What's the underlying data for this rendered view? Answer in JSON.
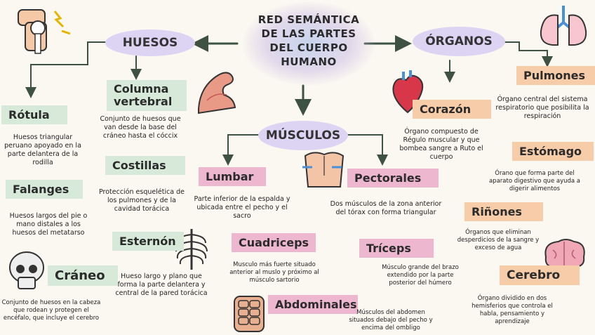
{
  "title": "RED SEMÁNTICA DE LAS PARTES DEL CUERPO HUMANO",
  "categories": {
    "huesos": "HUESOS",
    "musculos": "MÚSCULOS",
    "organos": "ÓRGANOS"
  },
  "huesos": {
    "rotula": {
      "label": "Rótula",
      "desc": "Huesos triangular peruano apoyado en la parte delantera de la rodilla"
    },
    "columna": {
      "label": "Columna vertebral",
      "desc": "Conjunto de huesos que van desde la base del cráneo hasta el cóccix"
    },
    "costillas": {
      "label": "Costillas",
      "desc": "Protección esquelética de los pulmones y de la cavidad torácica"
    },
    "falanges": {
      "label": "Falanges",
      "desc": "Huesos largos del pie o mano distales a los huesos del metatarso"
    },
    "esternon": {
      "label": "Esternón",
      "desc": "Hueso largo y plano que forma la parte delantera y central de la pared torácica"
    },
    "craneo": {
      "label": "Cráneo",
      "desc": "Conjunto de huesos en la cabeza que rodean y protegen el encéfalo, que incluye el cerebro"
    }
  },
  "musculos": {
    "lumbar": {
      "label": "Lumbar",
      "desc": "Parte inferior de la espalda y ubicada entre el pecho y el sacro"
    },
    "pectorales": {
      "label": "Pectorales",
      "desc": "Dos músculos de la zona anterior del tórax con forma triangular"
    },
    "cuadriceps": {
      "label": "Cuadriceps",
      "desc": "Musculo más fuerte situado anterior al muslo y próximo al músculo sartorio"
    },
    "triceps": {
      "label": "Tríceps",
      "desc": "Músculo grande del brazo extendido por la parte posterior del húmero"
    },
    "abdominales": {
      "label": "Abdominales",
      "desc": "Músculos del abdomen situados debajo del pecho y encima del ombligo"
    }
  },
  "organos": {
    "pulmones": {
      "label": "Pulmones",
      "desc": "Órgano central del sistema respiratorio que posibilita la respiración"
    },
    "corazon": {
      "label": "Corazón",
      "desc": "Órgano compuesto de Régulo muscular y que bombea sangre a Ruto el cuerpo"
    },
    "estomago": {
      "label": "Estómago",
      "desc": "Órano que forma parte del aparato digestivo que ayuda a digerir alimentos"
    },
    "rinones": {
      "label": "Riñones",
      "desc": "Órganos que eliminan desperdicios de la sangre y exceso de agua"
    },
    "cerebro": {
      "label": "Cerebro",
      "desc": "Órgano dividido en dos hemisferios que controla el habla, pensamiento y aprendizaje"
    }
  },
  "colors": {
    "huesos": "#d7ead9",
    "musculos": "#eeb7d0",
    "organos": "#f7cca8",
    "category": "#ddd3f3",
    "arrow": "#3e5244"
  },
  "icons": [
    "knee-joint-icon",
    "flexed-arm-icon",
    "torso-icon",
    "skull-icon",
    "ribcage-icon",
    "abs-icon",
    "heart-icon",
    "lungs-icon",
    "brain-icon"
  ]
}
